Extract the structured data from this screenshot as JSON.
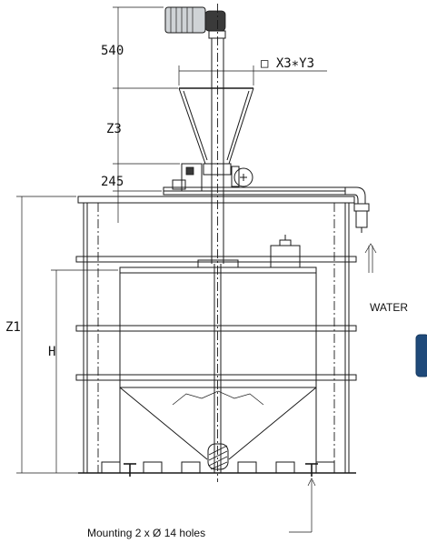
{
  "labels": {
    "d540": "540",
    "dZ3": "Z3",
    "d245": "245",
    "dZ1": "Z1",
    "dH": "H",
    "hopper_size": "□ X3∗Y3",
    "water": "WATER",
    "mounting": "Mounting 2 x Ø 14 holes"
  },
  "colors": {
    "line": "#1a1a1a",
    "side_tab": "#1f4a7a"
  }
}
